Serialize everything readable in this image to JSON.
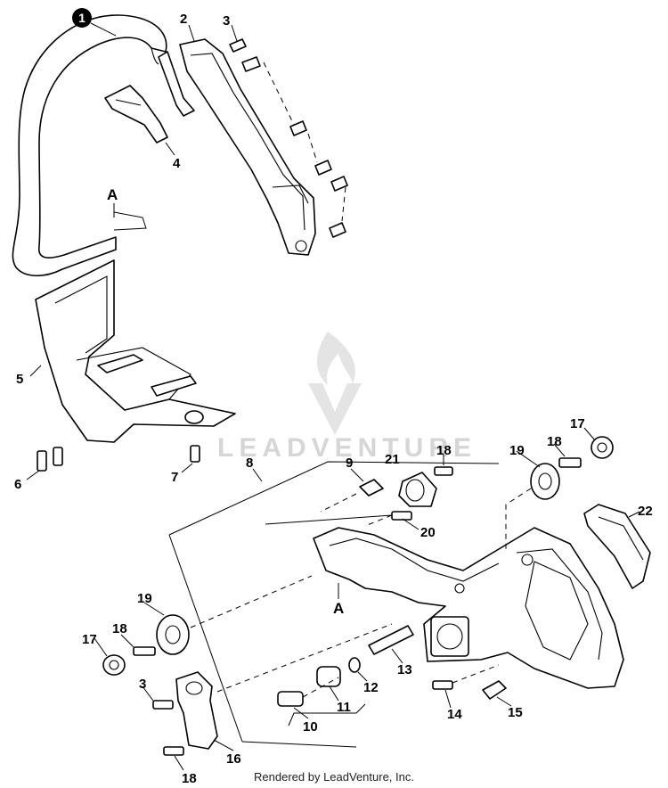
{
  "watermark": {
    "brand": "LEADVENTURE"
  },
  "credit": "Rendered by LeadVenture, Inc.",
  "section_labels": {
    "top": "A",
    "bottom": "A"
  },
  "callouts": {
    "c1": "1",
    "c2": "2",
    "c3_top": "3",
    "c4": "4",
    "c5": "5",
    "c6": "6",
    "c7": "7",
    "c8": "8",
    "c9": "9",
    "c10": "10",
    "c11": "11",
    "c12": "12",
    "c13": "13",
    "c14": "14",
    "c15": "15",
    "c16": "16",
    "c17_right": "17",
    "c17_left": "17",
    "c18_mid": "18",
    "c18_right": "18",
    "c18_left": "18",
    "c18_bottom": "18",
    "c19_right": "19",
    "c19_left": "19",
    "c20": "20",
    "c21": "21",
    "c22": "22",
    "c3_bottom": "3"
  }
}
